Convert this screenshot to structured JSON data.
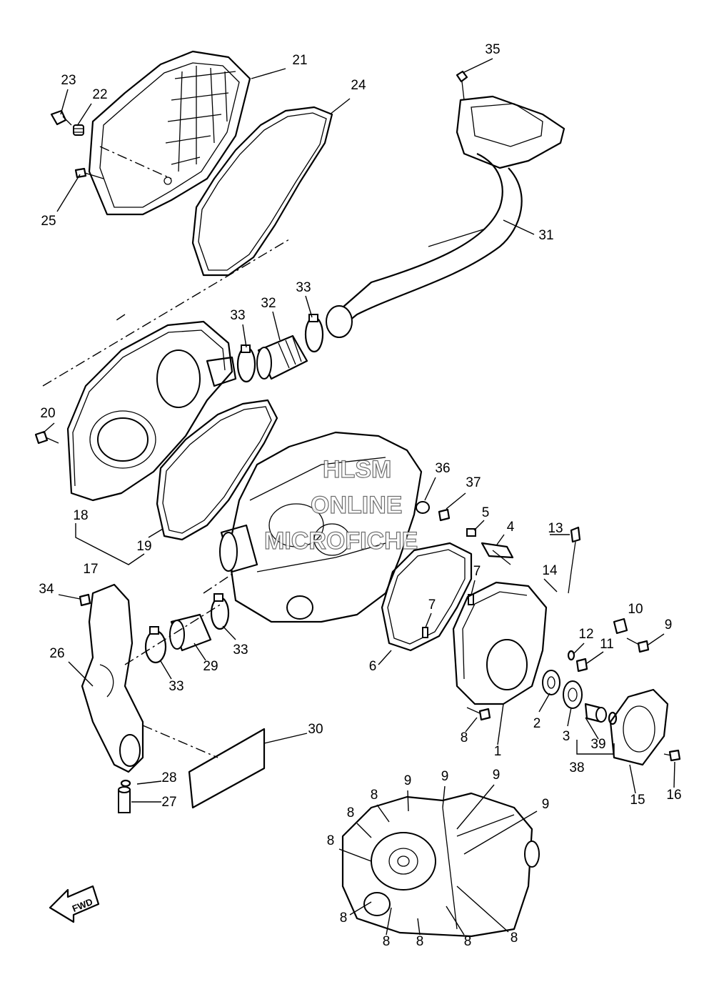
{
  "watermark": {
    "line1": "HLSM",
    "line2": "ONLINE",
    "line3": "MICROFICHE"
  },
  "fwd_label": "FWD",
  "callouts": [
    "1",
    "2",
    "3",
    "4",
    "5",
    "6",
    "7",
    "8",
    "9",
    "10",
    "11",
    "12",
    "13",
    "14",
    "15",
    "16",
    "17",
    "18",
    "19",
    "20",
    "21",
    "22",
    "23",
    "24",
    "25",
    "26",
    "27",
    "28",
    "29",
    "30",
    "31",
    "32",
    "33",
    "34",
    "35",
    "36",
    "37",
    "38",
    "39"
  ]
}
